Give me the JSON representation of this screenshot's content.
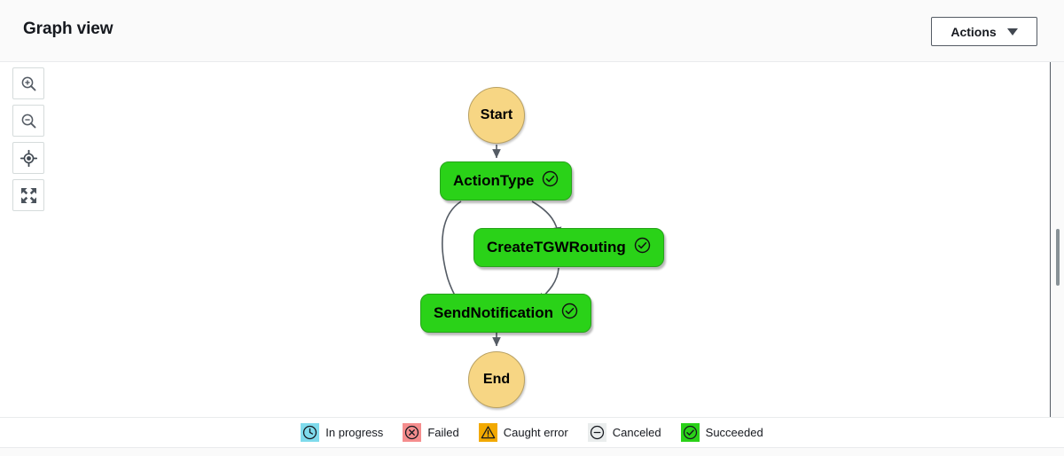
{
  "header": {
    "title": "Graph view",
    "actions_label": "Actions",
    "caret_icon": "chevron-down-icon"
  },
  "toolbar": {
    "buttons": [
      {
        "name": "zoom-in-button",
        "icon": "zoom-in-icon",
        "title": "Zoom in"
      },
      {
        "name": "zoom-out-button",
        "icon": "zoom-out-icon",
        "title": "Zoom out"
      },
      {
        "name": "center-button",
        "icon": "center-focus-icon",
        "title": "Center graph"
      },
      {
        "name": "fullscreen-button",
        "icon": "fullscreen-icon",
        "title": "Full screen"
      }
    ]
  },
  "graph": {
    "start_label": "Start",
    "end_label": "End",
    "states": [
      {
        "label": "ActionType",
        "status": "Succeeded",
        "status_icon": "check-circle-icon"
      },
      {
        "label": "CreateTGWRouting",
        "status": "Succeeded",
        "status_icon": "check-circle-icon"
      },
      {
        "label": "SendNotification",
        "status": "Succeeded",
        "status_icon": "check-circle-icon"
      }
    ],
    "colors": {
      "terminal_fill": "#f7d684",
      "state_fill": "#2ad218",
      "edge": "#545b64"
    }
  },
  "legend": {
    "items": [
      {
        "label": "In progress",
        "icon": "clock-icon",
        "color": "#7fdbec"
      },
      {
        "label": "Failed",
        "icon": "x-circle-icon",
        "color": "#f58d8d"
      },
      {
        "label": "Caught error",
        "icon": "warning-triangle-icon",
        "color": "#f2a900"
      },
      {
        "label": "Canceled",
        "icon": "minus-circle-icon",
        "color": "#eaeded"
      },
      {
        "label": "Succeeded",
        "icon": "check-circle-icon",
        "color": "#2ad218"
      }
    ]
  }
}
